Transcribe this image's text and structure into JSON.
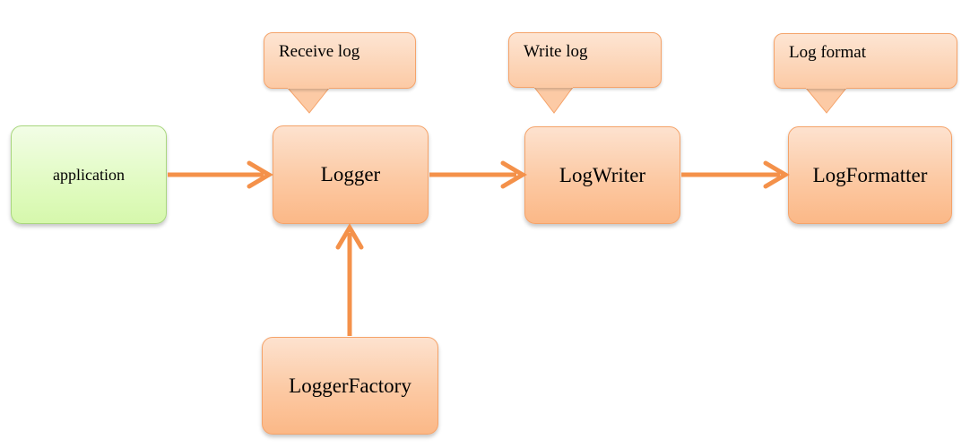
{
  "nodes": {
    "application": "application",
    "logger": "Logger",
    "log_writer": "LogWriter",
    "log_formatter": "LogFormatter",
    "logger_factory": "LoggerFactory"
  },
  "callouts": {
    "logger": "Receive log",
    "log_writer": "Write log",
    "log_formatter": "Log format"
  },
  "colors": {
    "arrow": "#f4914a",
    "node_fill": "#fcc9a3",
    "node_border": "#f5a36a",
    "app_fill": "#e2fbc4",
    "app_border": "#a9d77e"
  }
}
